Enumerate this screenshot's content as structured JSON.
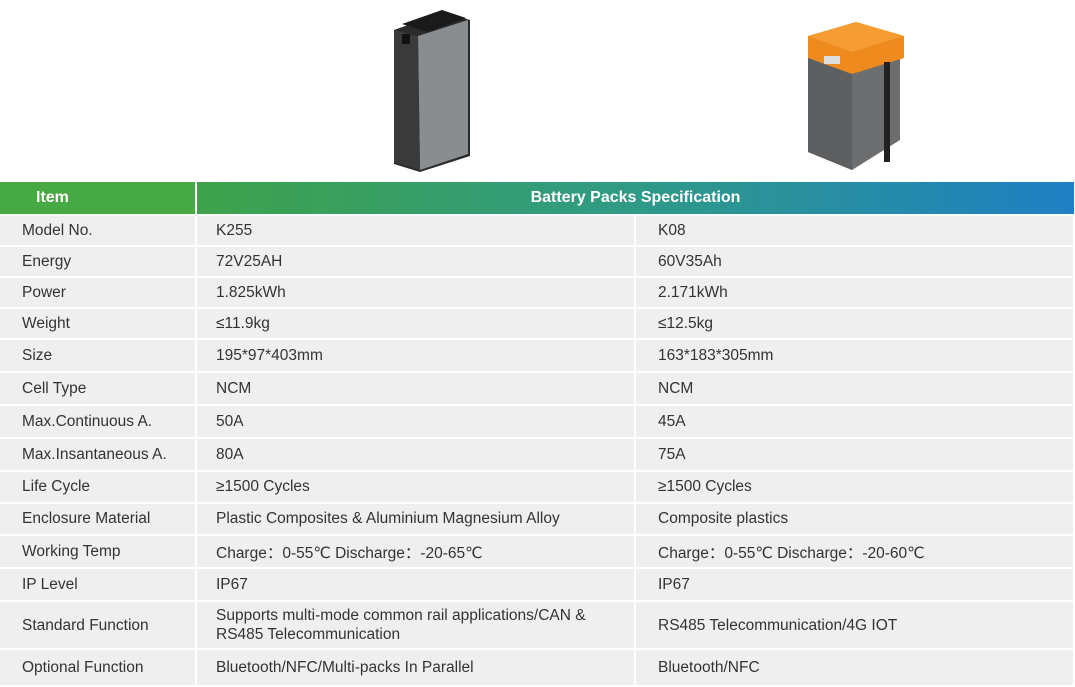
{
  "header": {
    "item_label": "Item",
    "spec_label": "Battery Packs Specification"
  },
  "products": [
    {
      "image_icon": "battery-pack-k255-image"
    },
    {
      "image_icon": "battery-pack-k08-image"
    }
  ],
  "rows": [
    {
      "label": "Model No.",
      "a": "K255",
      "b": "K08"
    },
    {
      "label": "Energy",
      "a": "72V25AH",
      "b": "60V35Ah"
    },
    {
      "label": "Power",
      "a": "1.825kWh",
      "b": "2.171kWh"
    },
    {
      "label": "Weight",
      "a": "≤11.9kg",
      "b": "≤12.5kg"
    },
    {
      "label": "Size",
      "a": "195*97*403mm",
      "b": "163*183*305mm"
    },
    {
      "label": "Cell Type",
      "a": "NCM",
      "b": "NCM"
    },
    {
      "label": "Max.Continuous A.",
      "a": "50A",
      "b": "45A"
    },
    {
      "label": "Max.Insantaneous A.",
      "a": "80A",
      "b": "75A"
    },
    {
      "label": "Life Cycle",
      "a": "≥1500 Cycles",
      "b": "≥1500 Cycles"
    },
    {
      "label": "Enclosure Material",
      "a": "Plastic Composites & Aluminium Magnesium Alloy",
      "b": "Composite plastics"
    },
    {
      "label": "Working Temp",
      "a": "Charge：0-55℃ Discharge：-20-65℃",
      "b": "Charge：0-55℃ Discharge：-20-60℃"
    },
    {
      "label": "IP Level",
      "a": "IP67",
      "b": "IP67"
    },
    {
      "label": "Standard Function",
      "a": "Supports multi-mode common rail applications/CAN & RS485 Telecommunication",
      "b": "RS485 Telecommunication/4G IOT"
    },
    {
      "label": "Optional Function",
      "a": "Bluetooth/NFC/Multi-packs In Parallel",
      "b": "Bluetooth/NFC"
    }
  ]
}
